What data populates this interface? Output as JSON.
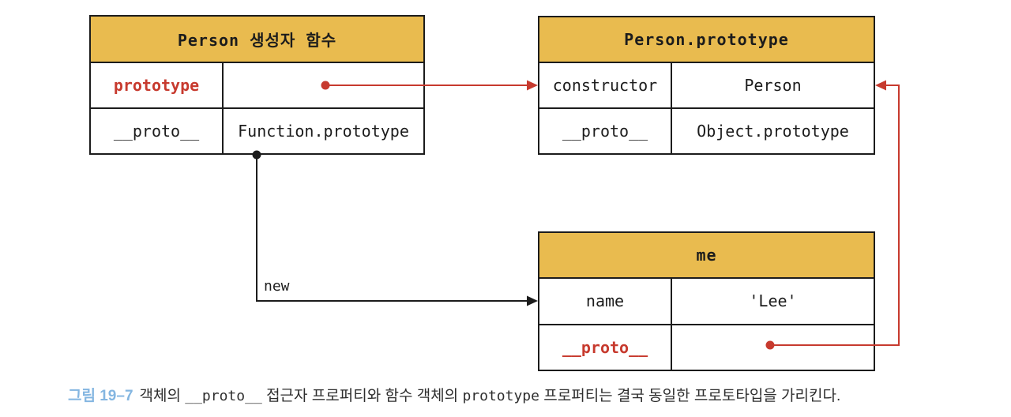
{
  "tables": {
    "person_constructor": {
      "title": "Person 생성자 함수",
      "rows": [
        {
          "key": "prototype",
          "value": ""
        },
        {
          "key": "__proto__",
          "value": "Function.prototype"
        }
      ]
    },
    "person_prototype": {
      "title": "Person.prototype",
      "rows": [
        {
          "key": "constructor",
          "value": "Person"
        },
        {
          "key": "__proto__",
          "value": "Object.prototype"
        }
      ]
    },
    "me": {
      "title": "me",
      "rows": [
        {
          "key": "name",
          "value": "'Lee'"
        },
        {
          "key": "__proto__",
          "value": ""
        }
      ]
    }
  },
  "arrows": {
    "new_label": "new"
  },
  "caption": {
    "label": "그림 19–7",
    "part1": "객체의 ",
    "code1": "__proto__",
    "part2": " 접근자 프로퍼티와 함수 객체의 ",
    "code2": "prototype",
    "part3": " 프로퍼티는 결국 동일한 프로토타입을 가리킨다."
  },
  "colors": {
    "header_yellow": "#e9bb4f",
    "accent_red": "#c73a2e",
    "caption_blue": "#84b6e1",
    "line_black": "#1c1c1c"
  }
}
